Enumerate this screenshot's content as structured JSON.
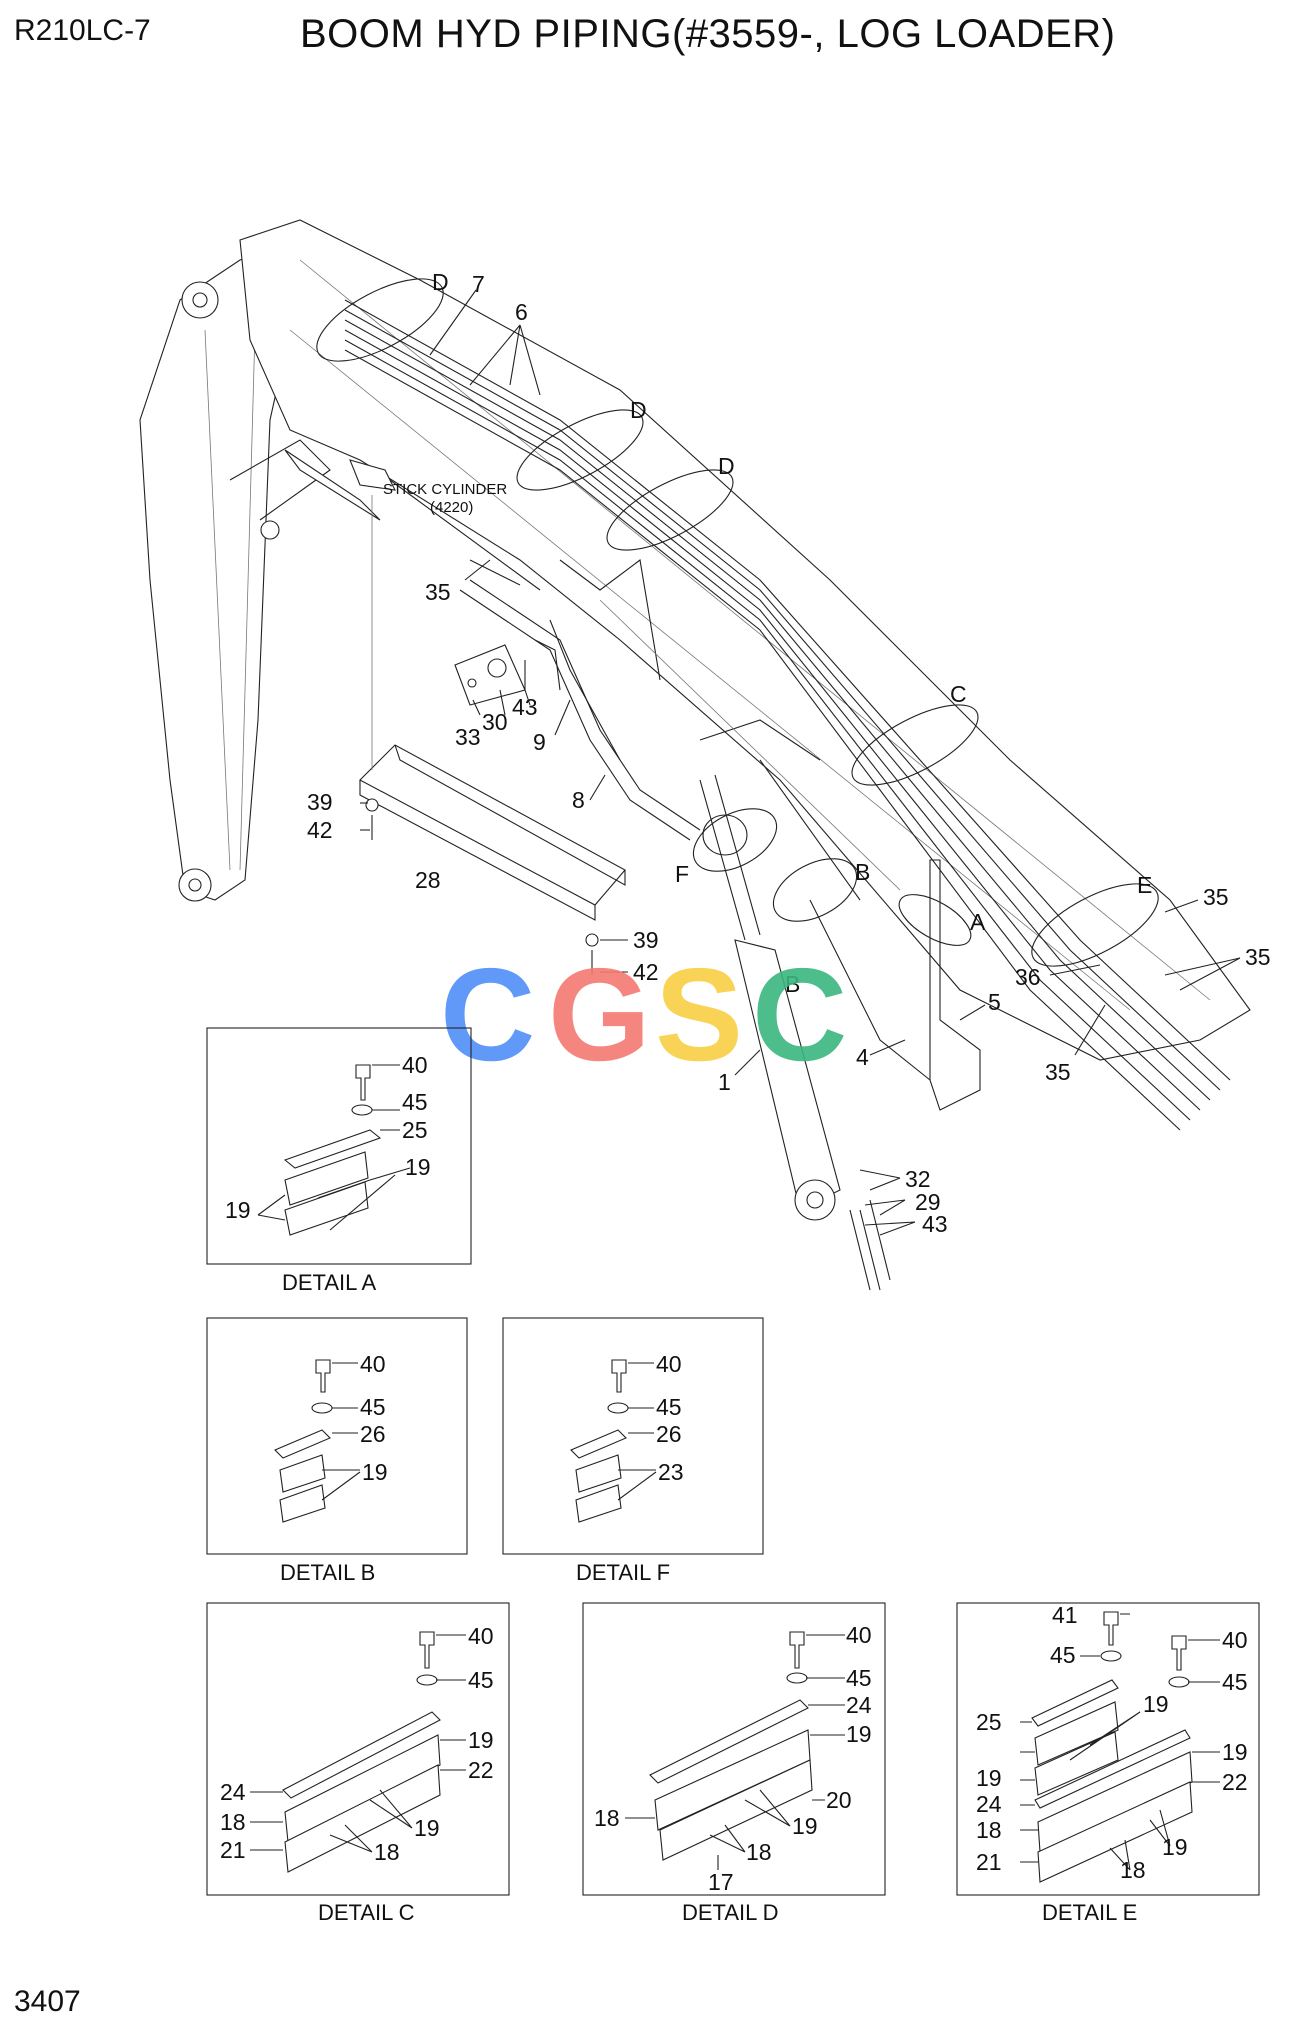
{
  "header": {
    "model": "R210LC-7",
    "title": "BOOM HYD PIPING(#3559-, LOG LOADER)"
  },
  "footer": {
    "page_number": "3407"
  },
  "main_view": {
    "component_label": "STICK CYLINDER",
    "component_ref": "(4220)",
    "detail_letters": [
      "D",
      "D",
      "D",
      "C",
      "E",
      "A",
      "B",
      "B",
      "F"
    ],
    "callouts": [
      "7",
      "6",
      "35",
      "33",
      "30",
      "43",
      "9",
      "8",
      "39",
      "42",
      "28",
      "39",
      "42",
      "35",
      "35",
      "36",
      "35",
      "5",
      "4",
      "1",
      "32",
      "29",
      "43"
    ]
  },
  "details": {
    "A": {
      "caption": "DETAIL A",
      "callouts": [
        "40",
        "45",
        "25",
        "19",
        "19"
      ]
    },
    "B": {
      "caption": "DETAIL B",
      "callouts": [
        "40",
        "45",
        "26",
        "19"
      ]
    },
    "F": {
      "caption": "DETAIL F",
      "callouts": [
        "40",
        "45",
        "26",
        "23"
      ]
    },
    "C": {
      "caption": "DETAIL C",
      "callouts": [
        "40",
        "45",
        "19",
        "22",
        "24",
        "18",
        "21",
        "19",
        "18"
      ]
    },
    "D": {
      "caption": "DETAIL D",
      "callouts": [
        "40",
        "45",
        "24",
        "19",
        "20",
        "18",
        "19",
        "18",
        "17"
      ]
    },
    "E": {
      "caption": "DETAIL E",
      "callouts": [
        "41",
        "40",
        "45",
        "45",
        "19",
        "25",
        "19",
        "19",
        "24",
        "22",
        "18",
        "19",
        "21",
        "18"
      ]
    }
  },
  "watermark": {
    "letters": [
      "C",
      "G",
      "S",
      "C"
    ],
    "colors": [
      "#4f8ff7",
      "#f47a72",
      "#f9cf44",
      "#39b67f"
    ]
  }
}
